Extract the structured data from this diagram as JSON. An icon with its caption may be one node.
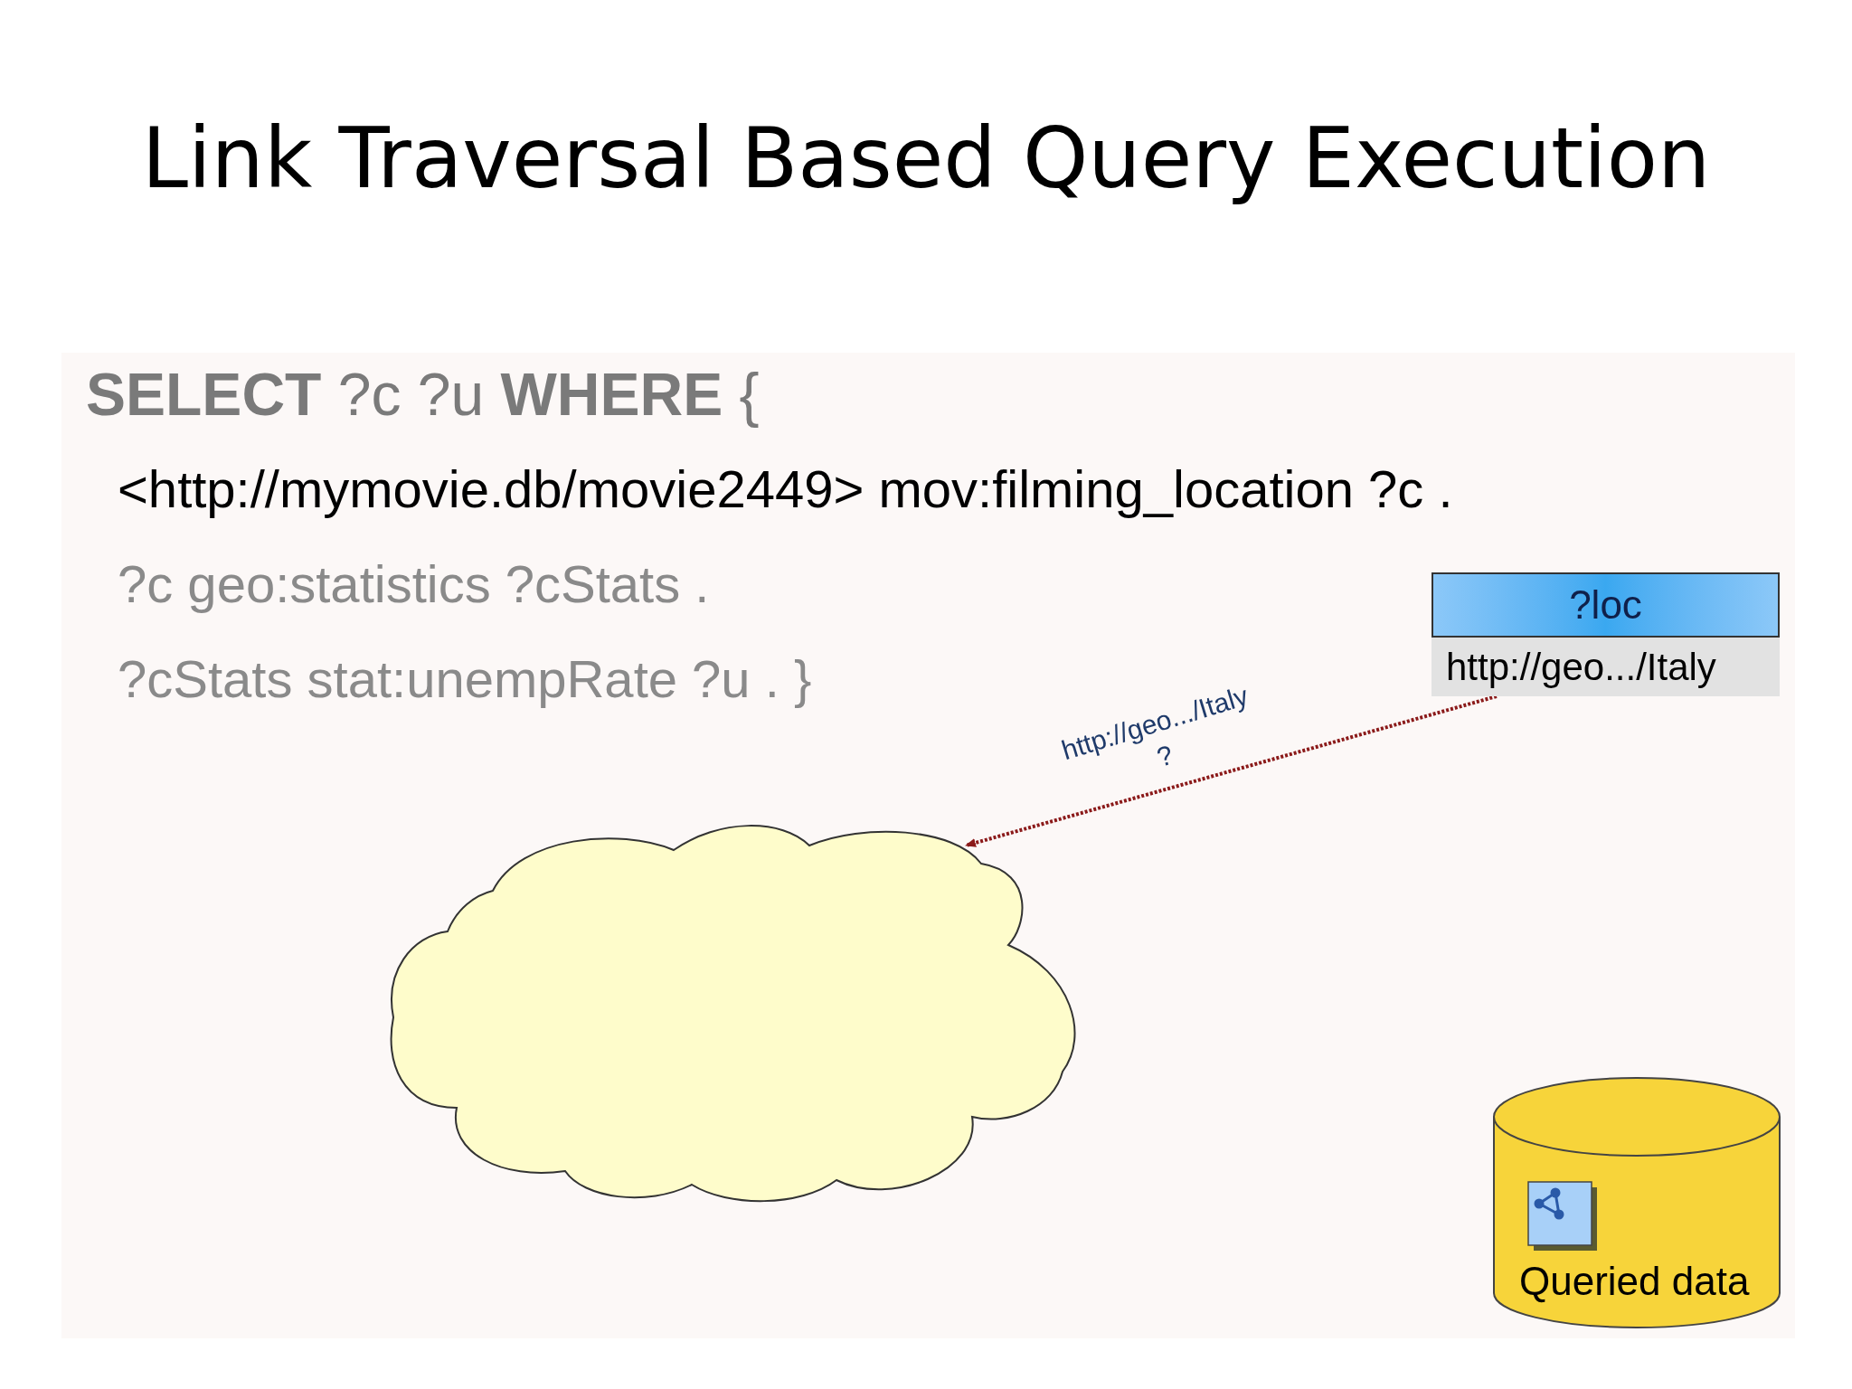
{
  "diagram": {
    "title": "Link Traversal Based Query Execution",
    "nodes": [
      {
        "text": [
          "?loc",
          "http://geo.../Italy"
        ]
      },
      {
        "text": [],
        "shape": "cloud"
      },
      {
        "text": [
          "Queried data"
        ]
      }
    ],
    "edges": [
      {
        "from": 0,
        "to": 1,
        "arrow": "to",
        "label": "http://geo.../Italy ?",
        "style": "dashed",
        "color": "#8b1a1a"
      }
    ],
    "labels": [
      "**SELECT** ?c ?u **WHERE** {",
      "<http://mymovie.db/movie2449> mov:filming_location ?c .",
      "?c geo:statistics ?cStats .",
      "?cStats stat:unempRate ?u . }"
    ]
  }
}
